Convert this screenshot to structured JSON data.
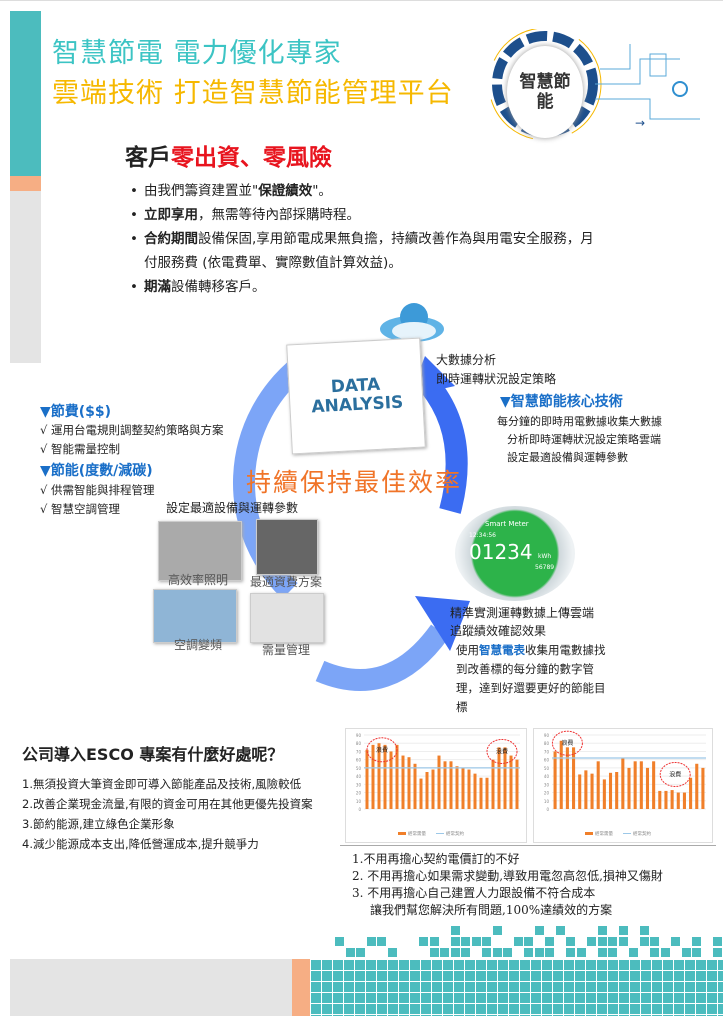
{
  "header": {
    "title_line1": "智慧節電  電力優化專家",
    "title_line2": "雲端技術  打造智慧節能管理平台",
    "logo_text": "智慧節能"
  },
  "subtitle": {
    "prefix": "客戶",
    "highlight": "零出資、零風險"
  },
  "bullets": [
    {
      "bold": "",
      "text": "由我們籌資建置並\"",
      "bold2": "保證績效",
      "tail": "\"。"
    },
    {
      "bold": "立即享用",
      "text": "，無需等待內部採購時程。",
      "bold2": "",
      "tail": ""
    },
    {
      "bold": "合約期間",
      "text": "設備保固,享用節電成果無負擔，持續改善作為與用電安全服務，月付服務費 (依電費單、實際數值計算效益)。",
      "bold2": "",
      "tail": ""
    },
    {
      "bold": "期滿",
      "text": "設備轉移客戶。",
      "bold2": "",
      "tail": ""
    }
  ],
  "cycle": {
    "center_text": "持續保持最佳效率",
    "big_data": {
      "line1": "大數據分析",
      "line2": "即時運轉狀況設定策略",
      "image_words": "DATA ANALYSIS"
    },
    "core_tech": {
      "title": "▼智慧節能核心技術",
      "lines": [
        "每分鐘的即時用電數據收集大數據",
        "分析即時運轉狀況設定策略雲端",
        "設定最適設備與運轉參數"
      ]
    },
    "save_money": {
      "title": "▼節費($$)",
      "items": [
        "√ 運用台電規則調整契約策略與方案",
        "√ 智能需量控制"
      ]
    },
    "save_energy": {
      "title": "▼節能(度數/減碳)",
      "items": [
        "√ 供需智能與排程管理",
        "√ 智慧空調管理"
      ]
    },
    "equipment_caption": "設定最適設備與運轉參數",
    "photos": [
      "高效率照明",
      "最適資費方案",
      "空調變頻",
      "需量管理"
    ],
    "meter": {
      "label": "Smart Meter",
      "time": "12:34:56",
      "reading": "01234",
      "unit": "kWh",
      "sub": "56789"
    },
    "measure": {
      "line1": "精準實測運轉數據上傳雲端",
      "line2": "追蹤績效確認效果"
    },
    "meter_desc": {
      "pre": "使用",
      "highlight": "智慧電表",
      "post": "收集用電數據找到改善標的每分鐘的數字管理，達到好還要更好的節能目標"
    }
  },
  "esco": {
    "title": "公司導入ESCO 專案有什麼好處呢？",
    "items": [
      "1.無須投資大筆資金即可導入節能產品及技術,風險較低",
      "2.改善企業現金流量,有限的資金可用在其他更優先投資案",
      "3.節約能源,建立綠色企業形象",
      "4.減少能源成本支出,降低營運成本,提升競爭力"
    ]
  },
  "worries": [
    "1.不用再擔心契約電價訂的不好",
    "2. 不用再擔心如果需求變動,導致用電忽高忽低,損神又傷財",
    "3. 不用再擔心自己建置人力跟設備不符合成本",
    "讓我們幫您解決所有問題,100%達績效的方案"
  ],
  "colors": {
    "teal": "#4cbcbe",
    "orange": "#f6ae84",
    "bar": "#f07f2a",
    "line": "#9cc8e8"
  },
  "chart_data": [
    {
      "type": "bar",
      "ylim": [
        0,
        90
      ],
      "yticks": [
        0,
        10,
        20,
        30,
        40,
        50,
        60,
        70,
        80,
        90
      ],
      "annotation": "浪費",
      "legend": [
        "經常需量",
        "經常契約"
      ],
      "values": [
        72,
        78,
        80,
        78,
        70,
        78,
        65,
        63,
        55,
        37,
        45,
        48,
        65,
        58,
        58,
        52,
        50,
        48,
        43,
        38,
        38,
        60,
        75,
        75,
        65,
        60
      ],
      "reference": 50
    },
    {
      "type": "bar",
      "ylim": [
        0,
        90
      ],
      "yticks": [
        0,
        10,
        20,
        30,
        40,
        50,
        60,
        70,
        80,
        90
      ],
      "annotation": "浪費",
      "legend": [
        "經常需量",
        "經常契約"
      ],
      "values": [
        70,
        83,
        75,
        75,
        42,
        47,
        43,
        58,
        36,
        44,
        45,
        62,
        50,
        58,
        58,
        50,
        58,
        22,
        22,
        23,
        20,
        20,
        38,
        55,
        50
      ],
      "reference": 62
    }
  ]
}
